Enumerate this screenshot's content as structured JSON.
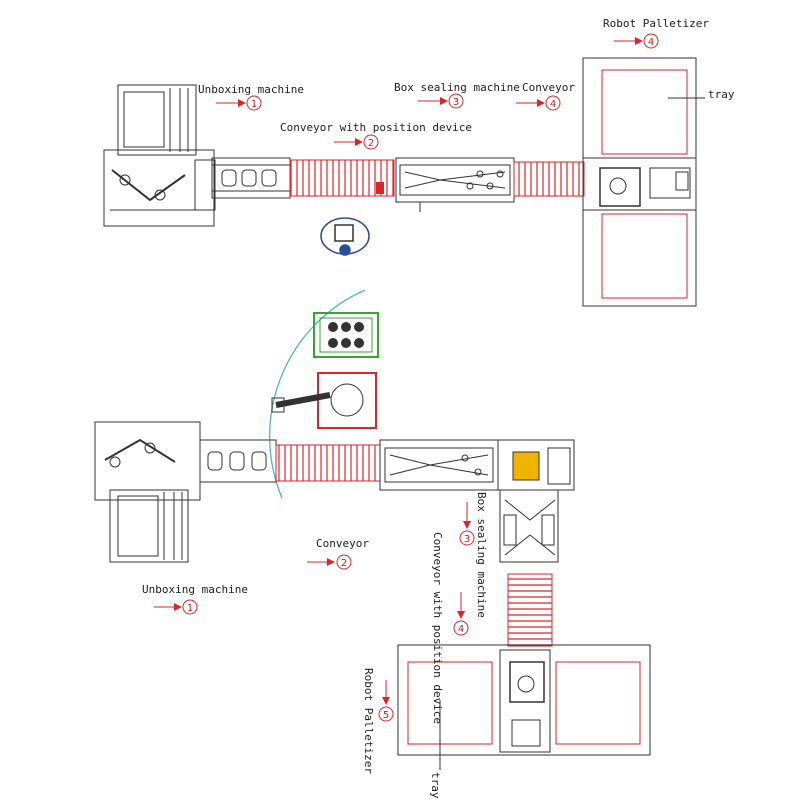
{
  "colors": {
    "accent": "#d9262c",
    "line": "#333333",
    "arc": "#4fb3c8",
    "pallet_green": "#3aa335",
    "tray_yellow": "#f0b400"
  },
  "layout_top": {
    "labels": {
      "unboxing": "Unboxing machine",
      "conveyor_pos": "Conveyor with position device",
      "box_sealing": "Box sealing machine",
      "conveyor": "Conveyor",
      "robot": "Robot Palletizer",
      "tray": "tray"
    },
    "numbers": {
      "n1": "1",
      "n2": "2",
      "n3": "3",
      "n4a": "4",
      "n4b": "4"
    }
  },
  "layout_bottom": {
    "labels": {
      "conveyor": "Conveyor",
      "unboxing": "Unboxing machine",
      "box_sealing": "Box sealing machine",
      "conveyor_pos": "Conveyor with position device",
      "robot": "Robot Palletizer",
      "tray": "tray"
    },
    "numbers": {
      "n1": "1",
      "n2": "2",
      "n3": "3",
      "n4": "4",
      "n5": "5"
    }
  }
}
